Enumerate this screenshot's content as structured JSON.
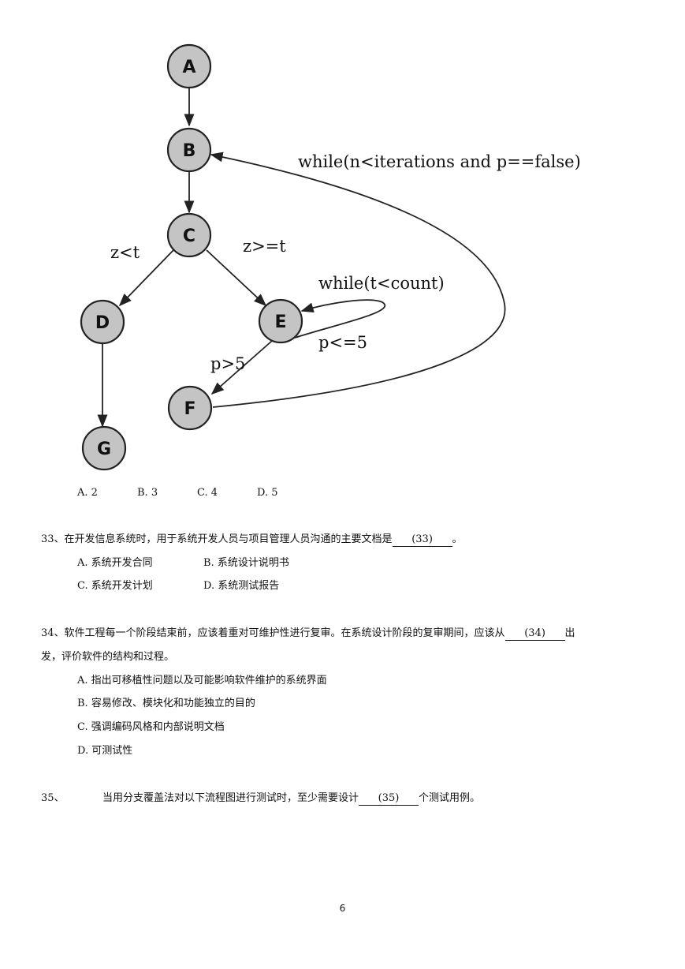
{
  "figure": {
    "nodes": [
      {
        "id": "A",
        "label": "A"
      },
      {
        "id": "B",
        "label": "B"
      },
      {
        "id": "C",
        "label": "C"
      },
      {
        "id": "D",
        "label": "D"
      },
      {
        "id": "E",
        "label": "E"
      },
      {
        "id": "F",
        "label": "F"
      },
      {
        "id": "G",
        "label": "G"
      }
    ],
    "edge_labels": {
      "loop_outer": "while(n<iterations and p==false)",
      "c_to_d": "z<t",
      "c_to_e": "z>=t",
      "loop_e": "while(t<count)",
      "e_to_f": "p>5",
      "e_loop_exit": "p<=5"
    }
  },
  "q32_options": [
    "A. 2",
    "B. 3",
    "C. 4",
    "D. 5"
  ],
  "q33": {
    "stem_before": "33、在开发信息系统时，用于系统开发人员与项目管理人员沟通的主要文档是",
    "blank": "(33)",
    "stem_after": "。",
    "options": [
      "A. 系统开发合同",
      "B. 系统设计说明书",
      "C. 系统开发计划",
      "D. 系统测试报告"
    ]
  },
  "q34": {
    "stem_before": "34、软件工程每一个阶段结束前，应该着重对可维护性进行复审。在系统设计阶段的复审期间，应该从",
    "blank": "(34)",
    "stem_after": "出",
    "stem_line2": "发，评价软件的结构和过程。",
    "options": [
      "A. 指出可移植性问题以及可能影响软件维护的系统界面",
      "B. 容易修改、模块化和功能独立的目的",
      "C. 强调编码风格和内部说明文档",
      "D. 可测试性"
    ]
  },
  "q35": {
    "number": "35、",
    "stem_before": "当用分支覆盖法对以下流程图进行测试时，至少需要设计",
    "blank": "(35)",
    "stem_after": "个测试用例。"
  },
  "page_number": "6"
}
